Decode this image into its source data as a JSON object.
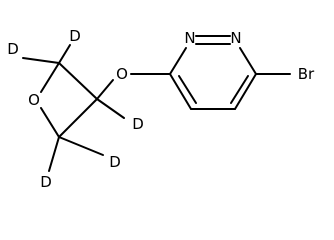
{
  "molecule": {
    "atoms": {
      "n1": "N",
      "n2": "N",
      "br": "Br",
      "o_ether": "O",
      "o_ring": "O",
      "d_top": "D",
      "d_top_left": "D",
      "d_right": "D",
      "d_bottom_right": "D",
      "d_bottom_left": "D"
    }
  }
}
